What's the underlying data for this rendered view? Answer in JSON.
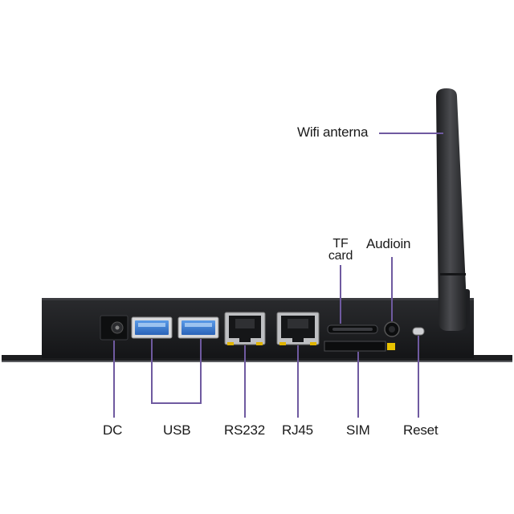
{
  "labels": {
    "wifi": "Wifi anterna",
    "tf": "TF\ncard",
    "audio": "Audioin",
    "dc": "DC",
    "usb": "USB",
    "rs232": "RS232",
    "rj45": "RJ45",
    "sim": "SIM",
    "reset": "Reset"
  },
  "colors": {
    "leader_line": "#6f5aa0",
    "chassis": "#1e1f22",
    "usb_blue": "#3d7fd6",
    "antenna": "#2b2c2f"
  }
}
